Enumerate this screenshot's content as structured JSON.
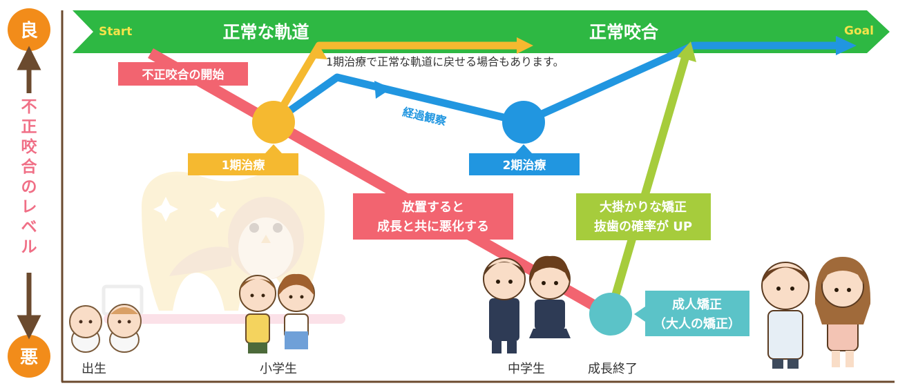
{
  "axis": {
    "good": "良",
    "bad": "悪",
    "title_chars": [
      "不",
      "正",
      "咬",
      "合",
      "の",
      "レ",
      "ベ",
      "ル"
    ]
  },
  "banner": {
    "start": "Start",
    "goal": "Goal",
    "normal_path": "正常な軌道",
    "normal_bite": "正常咬合"
  },
  "notes": {
    "return_note": "1期治療で正常な軌道に戻せる場合もあります。",
    "observation": "経過観察"
  },
  "labels": {
    "onset": "不正咬合の開始",
    "phase1": "1期治療",
    "phase2": "2期治療",
    "worsen_line1": "放置すると",
    "worsen_line2": "成長と共に悪化する",
    "major_line1": "大掛かりな矯正",
    "major_line2": "抜歯の確率が UP",
    "adult_line1": "成人矯正",
    "adult_line2": "（大人の矯正）"
  },
  "stages": {
    "birth": "出生",
    "elementary": "小学生",
    "junior_high": "中学生",
    "growth_end": "成長終了"
  },
  "colors": {
    "green": "#2eb843",
    "red": "#f26470",
    "yellow": "#f5b930",
    "blue": "#2196e0",
    "lime": "#a6cc3c",
    "teal": "#5bc3c8",
    "orange": "#f28c1a",
    "brown": "#6b4a2e",
    "pink": "#f06f86"
  }
}
